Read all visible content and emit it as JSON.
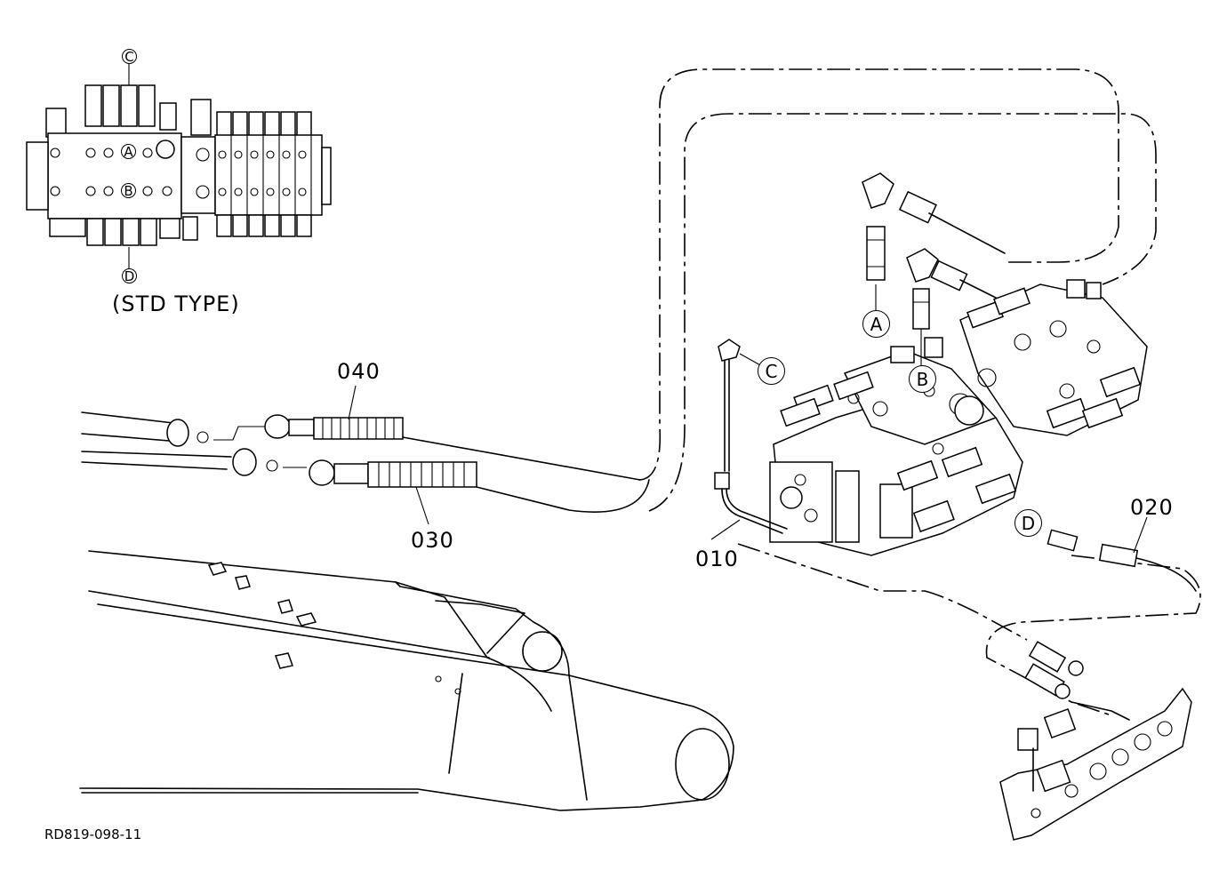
{
  "std_type_label": "(STD TYPE)",
  "drawing_number": "RD819-098-11",
  "inset_markers": [
    "C",
    "A",
    "B",
    "D"
  ],
  "markers": [
    "A",
    "B",
    "C",
    "D"
  ],
  "part_numbers": [
    "040",
    "030",
    "010",
    "020"
  ]
}
